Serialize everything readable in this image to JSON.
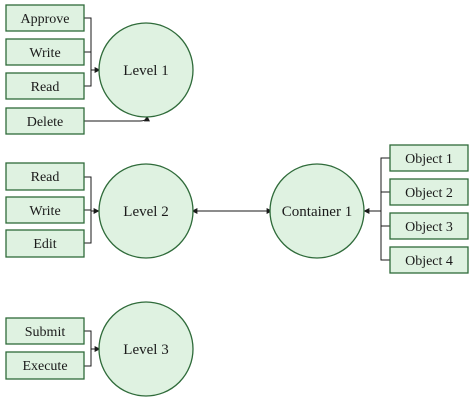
{
  "colors": {
    "node_fill": "#dff2e1",
    "node_stroke": "#2f6b3a",
    "edge": "#1a1a1a"
  },
  "circles": {
    "level1": "Level 1",
    "level2": "Level 2",
    "level3": "Level 3",
    "container1": "Container 1"
  },
  "boxes": {
    "level1": [
      "Approve",
      "Write",
      "Read",
      "Delete"
    ],
    "level2": [
      "Read",
      "Write",
      "Edit"
    ],
    "level3": [
      "Submit",
      "Execute"
    ],
    "objects": [
      "Object 1",
      "Object 2",
      "Object 3",
      "Object 4"
    ]
  }
}
